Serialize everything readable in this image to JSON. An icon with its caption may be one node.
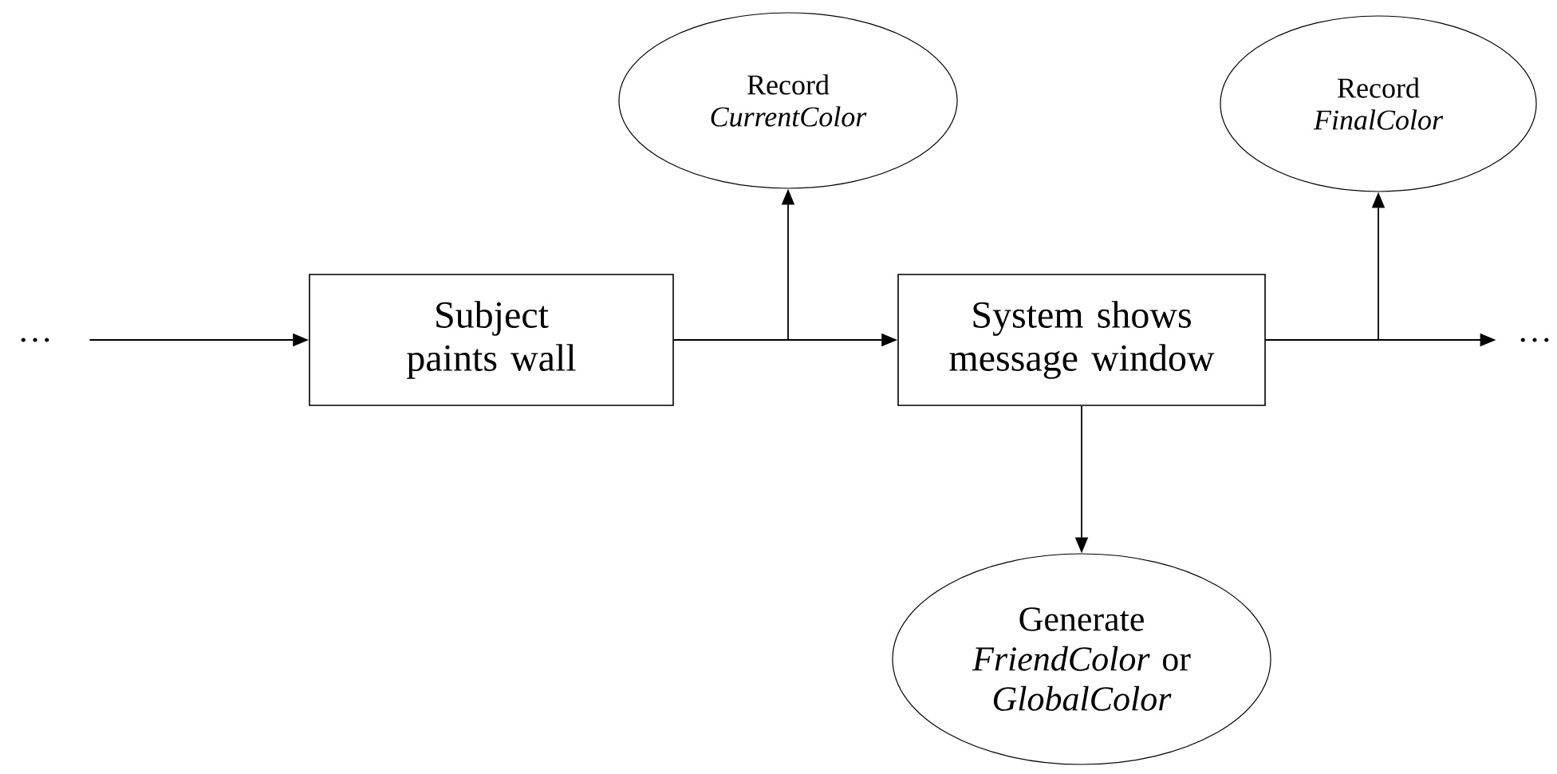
{
  "diagram": {
    "nodes": [
      {
        "text": [
          "…"
        ]
      },
      {
        "text": [
          "Subject paints wall"
        ]
      },
      {
        "text": [
          "Record *CurrentColor*"
        ]
      },
      {
        "text": [
          "System shows message window"
        ]
      },
      {
        "text": [
          "Record *FinalColor*"
        ]
      },
      {
        "text": [
          "…"
        ]
      },
      {
        "text": [
          "Generate *FriendColor* or *GlobalColor*"
        ]
      }
    ],
    "edges": [
      {
        "from": 0,
        "to": 1,
        "arrow": "to"
      },
      {
        "from": 1,
        "to": 3,
        "arrow": "to"
      },
      {
        "from": 1,
        "to": 2,
        "arrow": "to"
      },
      {
        "from": 3,
        "to": 4,
        "arrow": "to"
      },
      {
        "from": 3,
        "to": 5,
        "arrow": "to"
      },
      {
        "from": 3,
        "to": 6,
        "arrow": "to"
      }
    ]
  }
}
